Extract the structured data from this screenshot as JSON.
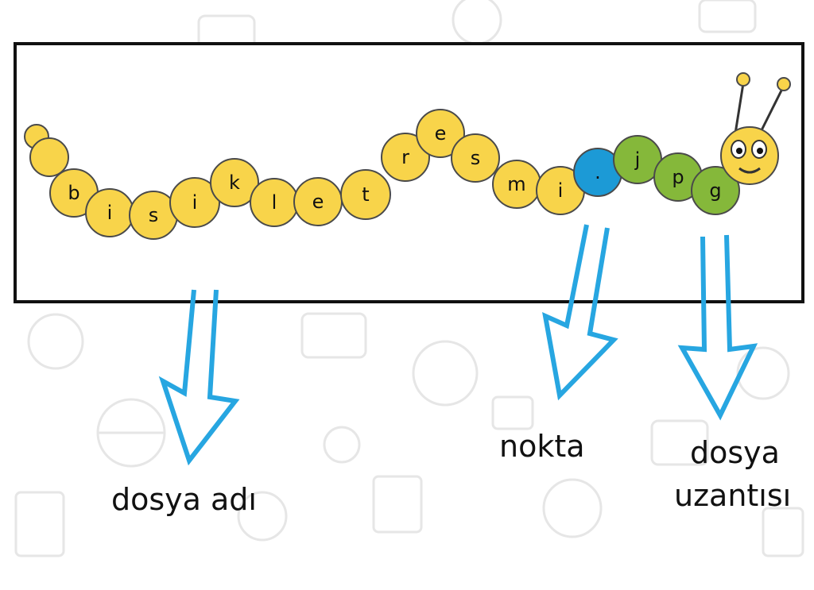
{
  "caterpillar": {
    "segments": [
      {
        "char": "b",
        "role": "name"
      },
      {
        "char": "i",
        "role": "name"
      },
      {
        "char": "s",
        "role": "name"
      },
      {
        "char": "i",
        "role": "name"
      },
      {
        "char": "k",
        "role": "name"
      },
      {
        "char": "l",
        "role": "name"
      },
      {
        "char": "e",
        "role": "name"
      },
      {
        "char": "t",
        "role": "name"
      },
      {
        "char": "r",
        "role": "name"
      },
      {
        "char": "e",
        "role": "name"
      },
      {
        "char": "s",
        "role": "name"
      },
      {
        "char": "m",
        "role": "name"
      },
      {
        "char": "i",
        "role": "name"
      },
      {
        "char": ".",
        "role": "dot"
      },
      {
        "char": "j",
        "role": "extension"
      },
      {
        "char": "p",
        "role": "extension"
      },
      {
        "char": "g",
        "role": "extension"
      }
    ]
  },
  "labels": {
    "filename": "dosya adı",
    "dot": "nokta",
    "extension_line1": "dosya",
    "extension_line2": "uzantısı"
  },
  "colors": {
    "name_segment": "#f8d44a",
    "dot_segment": "#1c9ad6",
    "extension_segment": "#85b83a",
    "arrow": "#27a6e1",
    "segment_stroke": "#4a4a4a",
    "frame": "#111111"
  }
}
